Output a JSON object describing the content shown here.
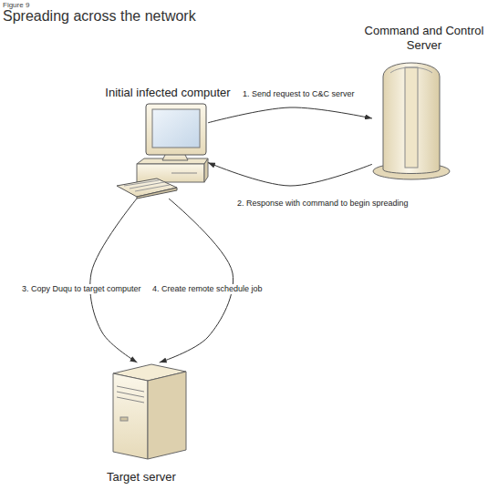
{
  "diagram": {
    "title": "Spreading across the network",
    "nodes": [
      {
        "text": [
          "Initial infected computer"
        ]
      },
      {
        "text": [
          "Command and Control Server"
        ]
      },
      {
        "text": [
          "Target server"
        ]
      }
    ],
    "edges": [
      {
        "from": 0,
        "to": 1,
        "arrow": "to",
        "label": "1. Send request to C&C server"
      },
      {
        "from": 1,
        "to": 0,
        "arrow": "to",
        "label": "2. Response with command to begin spreading"
      },
      {
        "from": 0,
        "to": 2,
        "arrow": "to",
        "label": "3. Copy Duqu to target computer"
      },
      {
        "from": 0,
        "to": 2,
        "arrow": "to",
        "label": "4. Create remote schedule job"
      }
    ],
    "labels": [
      "Figure 9"
    ]
  }
}
